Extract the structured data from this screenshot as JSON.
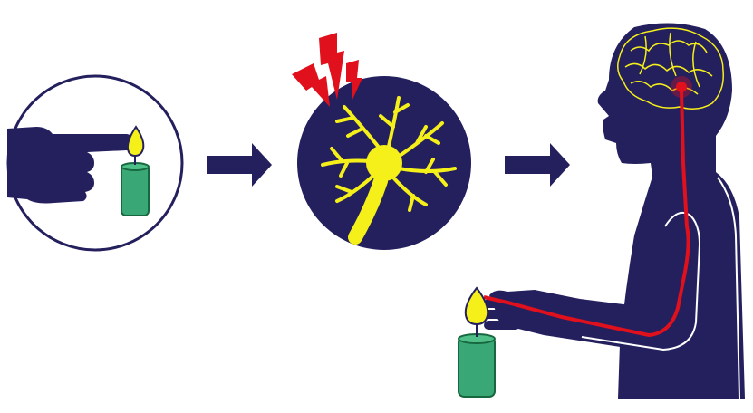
{
  "diagram": {
    "panels": [
      {
        "id": "touch",
        "icon": "finger-touching-candle-flame-icon"
      },
      {
        "id": "neuron",
        "icon": "neuron-with-pain-bolts-icon"
      },
      {
        "id": "brain",
        "icon": "human-silhouette-with-brain-icon"
      }
    ],
    "arrows": [
      "right-arrow-icon",
      "right-arrow-icon"
    ],
    "colors": {
      "navy": "#24205e",
      "yellow": "#f5ef1a",
      "red": "#e0101c",
      "candle_green": "#3aa876",
      "candle_outline": "#17683f",
      "white": "#ffffff"
    }
  }
}
